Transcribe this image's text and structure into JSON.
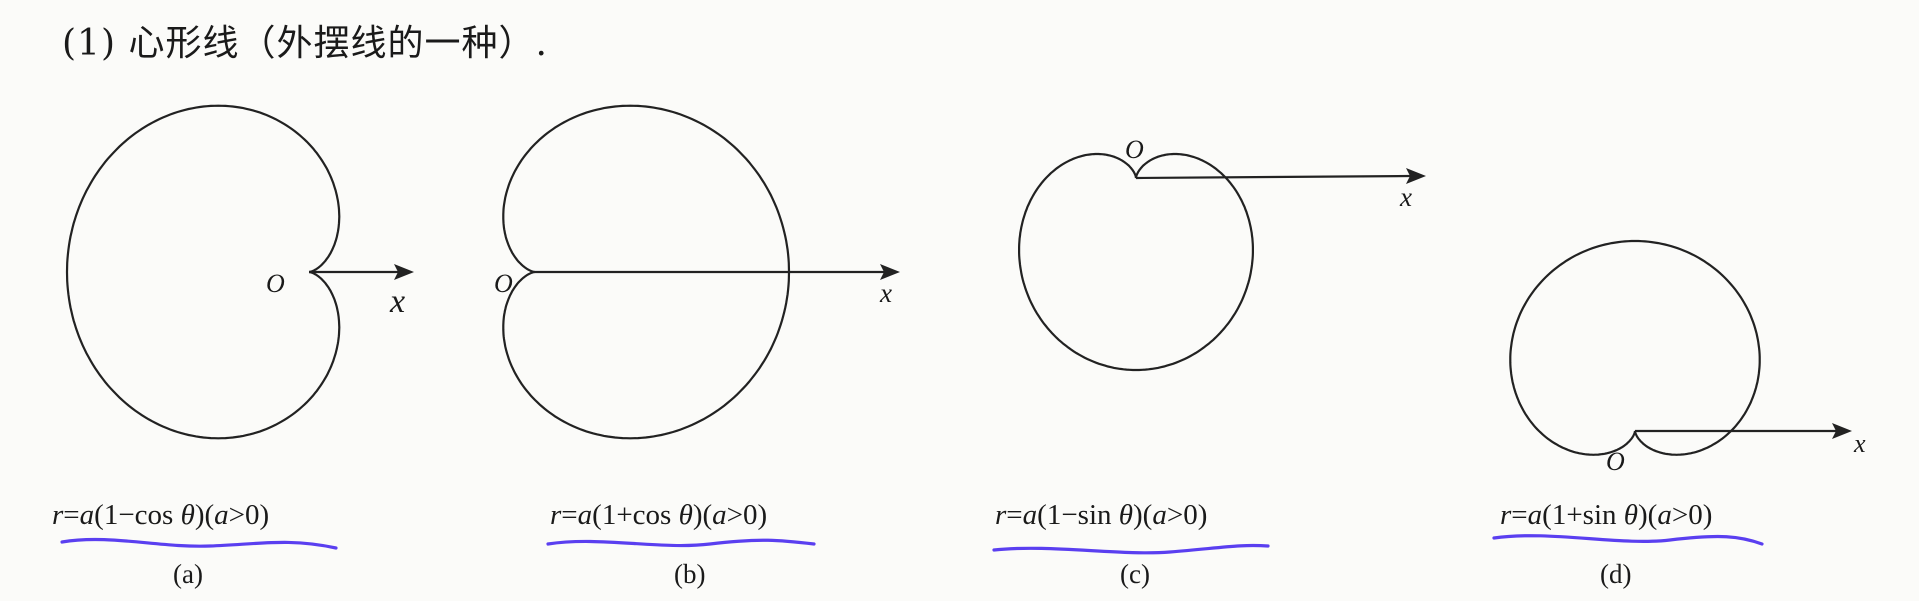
{
  "heading": "(1) 心形线（外摆线的一种）.",
  "panels": [
    {
      "id": "a",
      "caption": "(a)",
      "formula_lhs": "r",
      "formula_a": "a",
      "formula_body": "(1−cos ",
      "theta": "θ",
      "formula_tail": ")(",
      "cond_a": "a",
      "cond_rest": ">0)",
      "origin": "O",
      "axis": "x",
      "curve": "1-cos",
      "underlined": true
    },
    {
      "id": "b",
      "caption": "(b)",
      "formula_lhs": "r",
      "formula_a": "a",
      "formula_body": "(1+cos ",
      "theta": "θ",
      "formula_tail": ")(",
      "cond_a": "a",
      "cond_rest": ">0)",
      "origin": "O",
      "axis": "x",
      "curve": "1+cos",
      "underlined": true
    },
    {
      "id": "c",
      "caption": "(c)",
      "formula_lhs": "r",
      "formula_a": "a",
      "formula_body": "(1−sin ",
      "theta": "θ",
      "formula_tail": ")(",
      "cond_a": "a",
      "cond_rest": ">0)",
      "origin": "O",
      "axis": "x",
      "curve": "1-sin",
      "underlined": true
    },
    {
      "id": "d",
      "caption": "(d)",
      "formula_lhs": "r",
      "formula_a": "a",
      "formula_body": "(1+sin ",
      "theta": "θ",
      "formula_tail": ")(",
      "cond_a": "a",
      "cond_rest": ">0)",
      "origin": "O",
      "axis": "x",
      "curve": "1+sin",
      "underlined": true
    }
  ],
  "colors": {
    "ink": "#222222",
    "annotation": "#5a3ff0",
    "paper": "#fbfbf9"
  }
}
